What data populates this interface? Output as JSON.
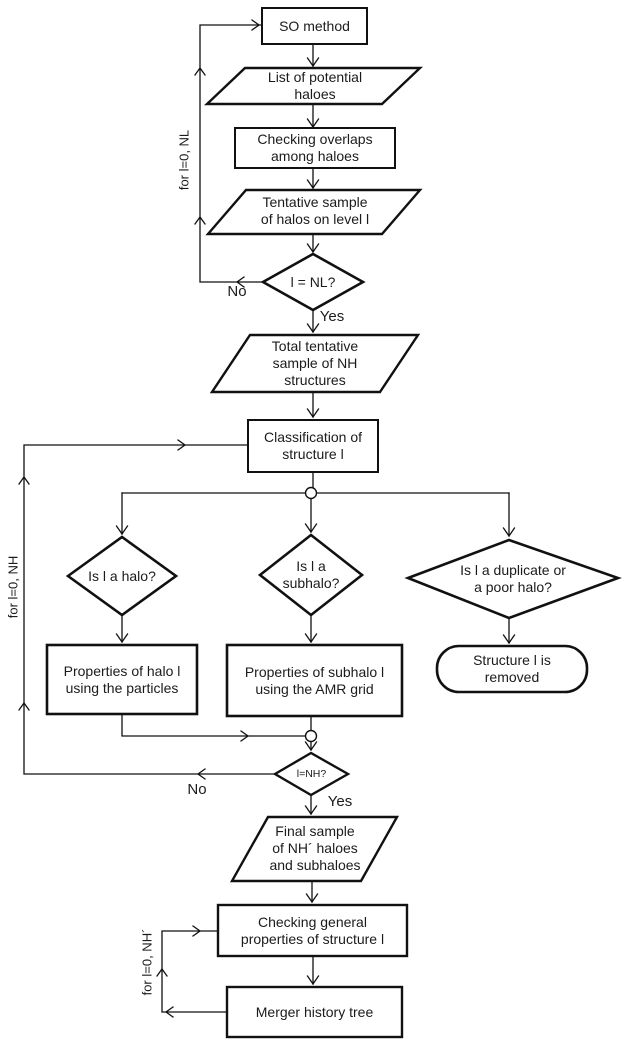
{
  "diagram": {
    "type": "flowchart",
    "nodes": {
      "so_method": "SO method",
      "list_potential": "List of potential\nhaloes",
      "checking_overlaps": "Checking overlaps\namong haloes",
      "tentative_sample": "Tentative sample\nof halos on level l",
      "level_check": "l = NL?",
      "total_tentative": "Total  tentative\nsample of NH\nstructures",
      "classification": "Classification of\nstructure l",
      "is_halo": "Is l a halo?",
      "is_subhalo": "Is l a\nsubhalo?",
      "is_duplicate": "Is l a duplicate or\na poor halo?",
      "prop_halo": "Properties of halo l\nusing the particles",
      "prop_subhalo": "Properties of subhalo l\nusing the AMR grid",
      "structure_removed": "Structure l is\nremoved",
      "structure_check": "l=NH?",
      "final_sample": "Final sample\nof NH´ haloes\nand subhaloes",
      "checking_general": "Checking general\nproperties of structure l",
      "merger_tree": "Merger history tree"
    },
    "edge_labels": {
      "no_level": "No",
      "yes_level": "Yes",
      "no_structure": "No",
      "yes_structure": "Yes"
    },
    "loop_labels": {
      "levels": "for l=0, NL",
      "structures": "for l=0, NH",
      "final": "for l=0, NH´"
    },
    "colors": {
      "stroke": "#111111",
      "text": "#1b1b1b",
      "background": "#ffffff"
    }
  }
}
